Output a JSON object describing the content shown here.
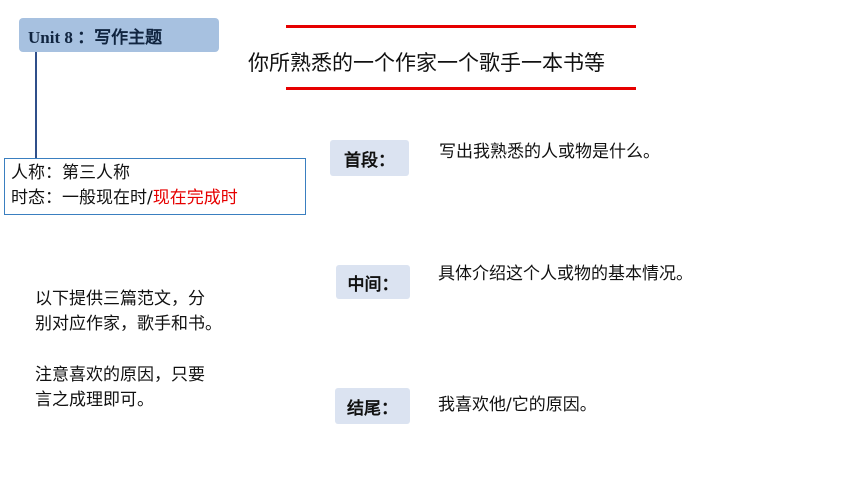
{
  "header": {
    "unit_label": "Unit 8 ：写作主题"
  },
  "topic": {
    "title": "你所熟悉的一个作家一个歌手一本书等"
  },
  "info_box": {
    "person_line": "人称：第三人称",
    "tense_prefix": "时态：一般现在时/",
    "tense_highlight": "现在完成时"
  },
  "notes": {
    "line1": "以下提供三篇范文，分",
    "line2": "别对应作家，歌手和书。",
    "line3": "注意喜欢的原因，只要",
    "line4": "言之成理即可。"
  },
  "sections": [
    {
      "tag": "首段：",
      "text": "写出我熟悉的人或物是什么。"
    },
    {
      "tag": "中间：",
      "text": "具体介绍这个人或物的基本情况。"
    },
    {
      "tag": "结尾：",
      "text": "我喜欢他/它的原因。"
    }
  ],
  "colors": {
    "accent_red": "#e60000",
    "badge_blue": "#a7c1e0",
    "tag_bg": "#dbe3f1",
    "box_border": "#3a7fc0"
  }
}
